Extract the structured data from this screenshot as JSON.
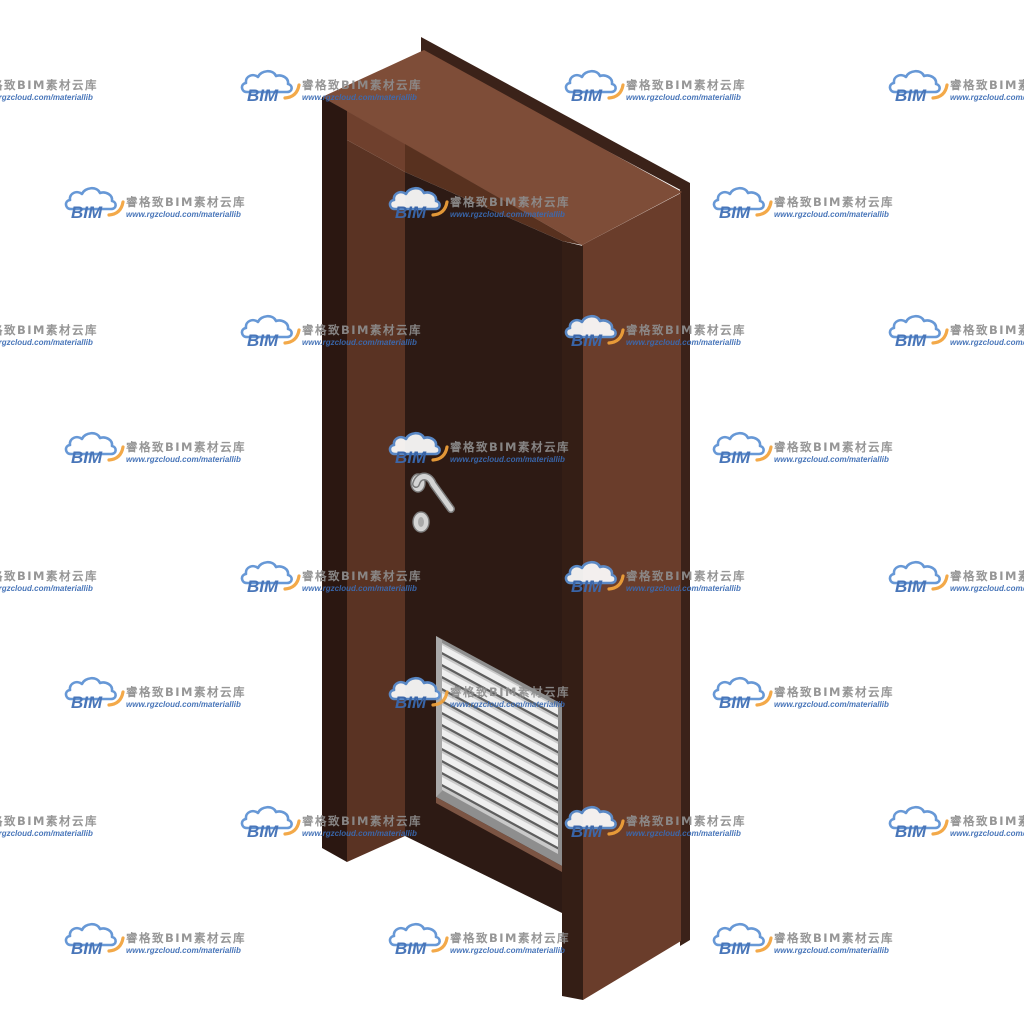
{
  "watermark": {
    "logo_text": "BIM",
    "title": "睿格致BIM素材云库",
    "url": "www.rgzcloud.com/materiallib",
    "logo_icon": "bim-cloud-logo-icon",
    "colors": {
      "blue": "#3a6bb4",
      "cloud": "#5b90d3",
      "orange": "#f2a23a",
      "gray": "#8e8e8e"
    }
  },
  "door": {
    "colors": {
      "casing": "#3b2219",
      "top_face": "#7e4d38",
      "jamb_outer": "#2b1711",
      "jamb_face": "#5a3323",
      "jamb_highlight": "#6f402d",
      "header_inner": "#58311f",
      "leaf": "#2d1a14",
      "right_front": "#341e15",
      "right_face": "#6a3d2b",
      "louvre_frame": "#8e8e8e",
      "louvre_edge": "#a9a9a9",
      "louvre_inner": "#c9c9c9",
      "slat_light": "#efefef",
      "slat_shadow": "#5e5e5e",
      "louvre_sill": "#7b5443",
      "hardware": "#d4d4d4",
      "hardware_outline": "#7a7a7a",
      "hardware_shade": "#a9a9a9"
    }
  }
}
